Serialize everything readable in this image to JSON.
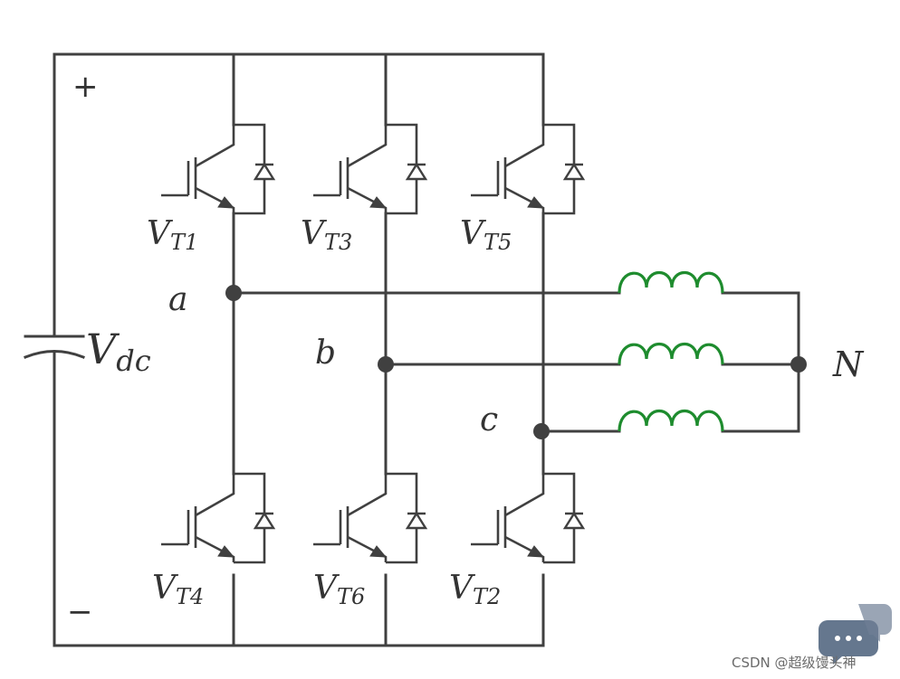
{
  "diagram": {
    "polarity": {
      "plus": "+",
      "minus": "−"
    },
    "source": {
      "symbol": "V",
      "subscript": "dc"
    },
    "switches": [
      {
        "symbol": "V",
        "subscript": "T1"
      },
      {
        "symbol": "V",
        "subscript": "T3"
      },
      {
        "symbol": "V",
        "subscript": "T5"
      },
      {
        "symbol": "V",
        "subscript": "T4"
      },
      {
        "symbol": "V",
        "subscript": "T6"
      },
      {
        "symbol": "V",
        "subscript": "T2"
      }
    ],
    "nodes": {
      "a": "a",
      "b": "b",
      "c": "c",
      "neutral": "N"
    }
  },
  "watermark": {
    "text": "CSDN @超级馒头神"
  },
  "colors": {
    "wire": "#404040",
    "coil": "#1e8c2e",
    "text": "#333333"
  }
}
